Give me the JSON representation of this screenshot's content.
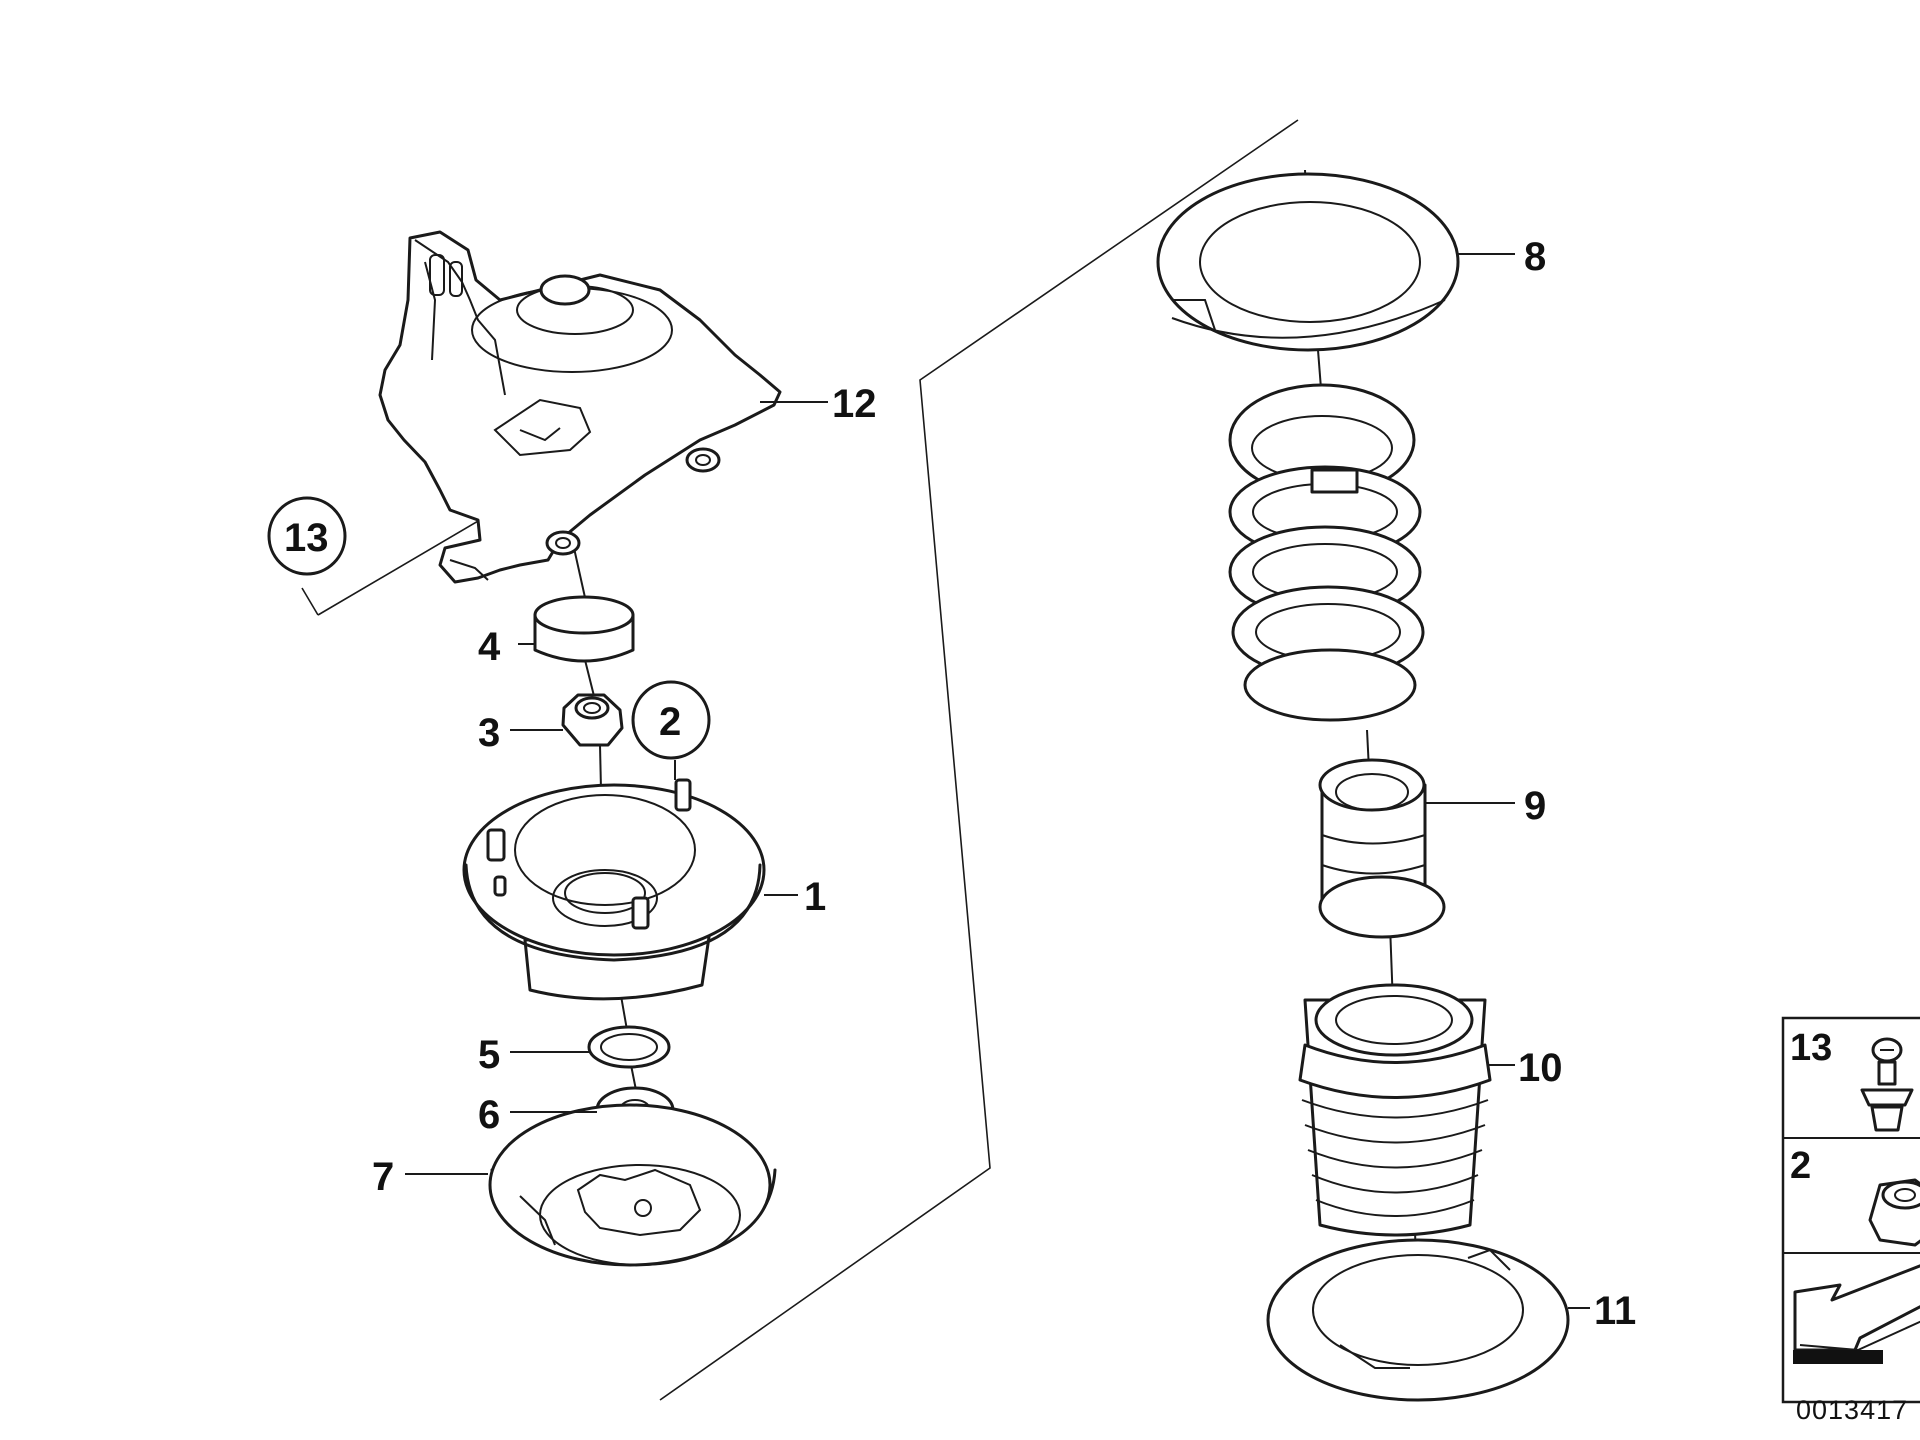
{
  "diagram": {
    "callouts": {
      "p1": "1",
      "p2": "2",
      "p3": "3",
      "p4": "4",
      "p5": "5",
      "p6": "6",
      "p7": "7",
      "p8": "8",
      "p9": "9",
      "p10": "10",
      "p11": "11",
      "p12": "12",
      "p13": "13"
    },
    "legend": {
      "item_a": "13",
      "item_b": "2"
    },
    "diagram_id": "0013417",
    "colors": {
      "line": "#1a1a1a",
      "background": "#ffffff"
    }
  }
}
